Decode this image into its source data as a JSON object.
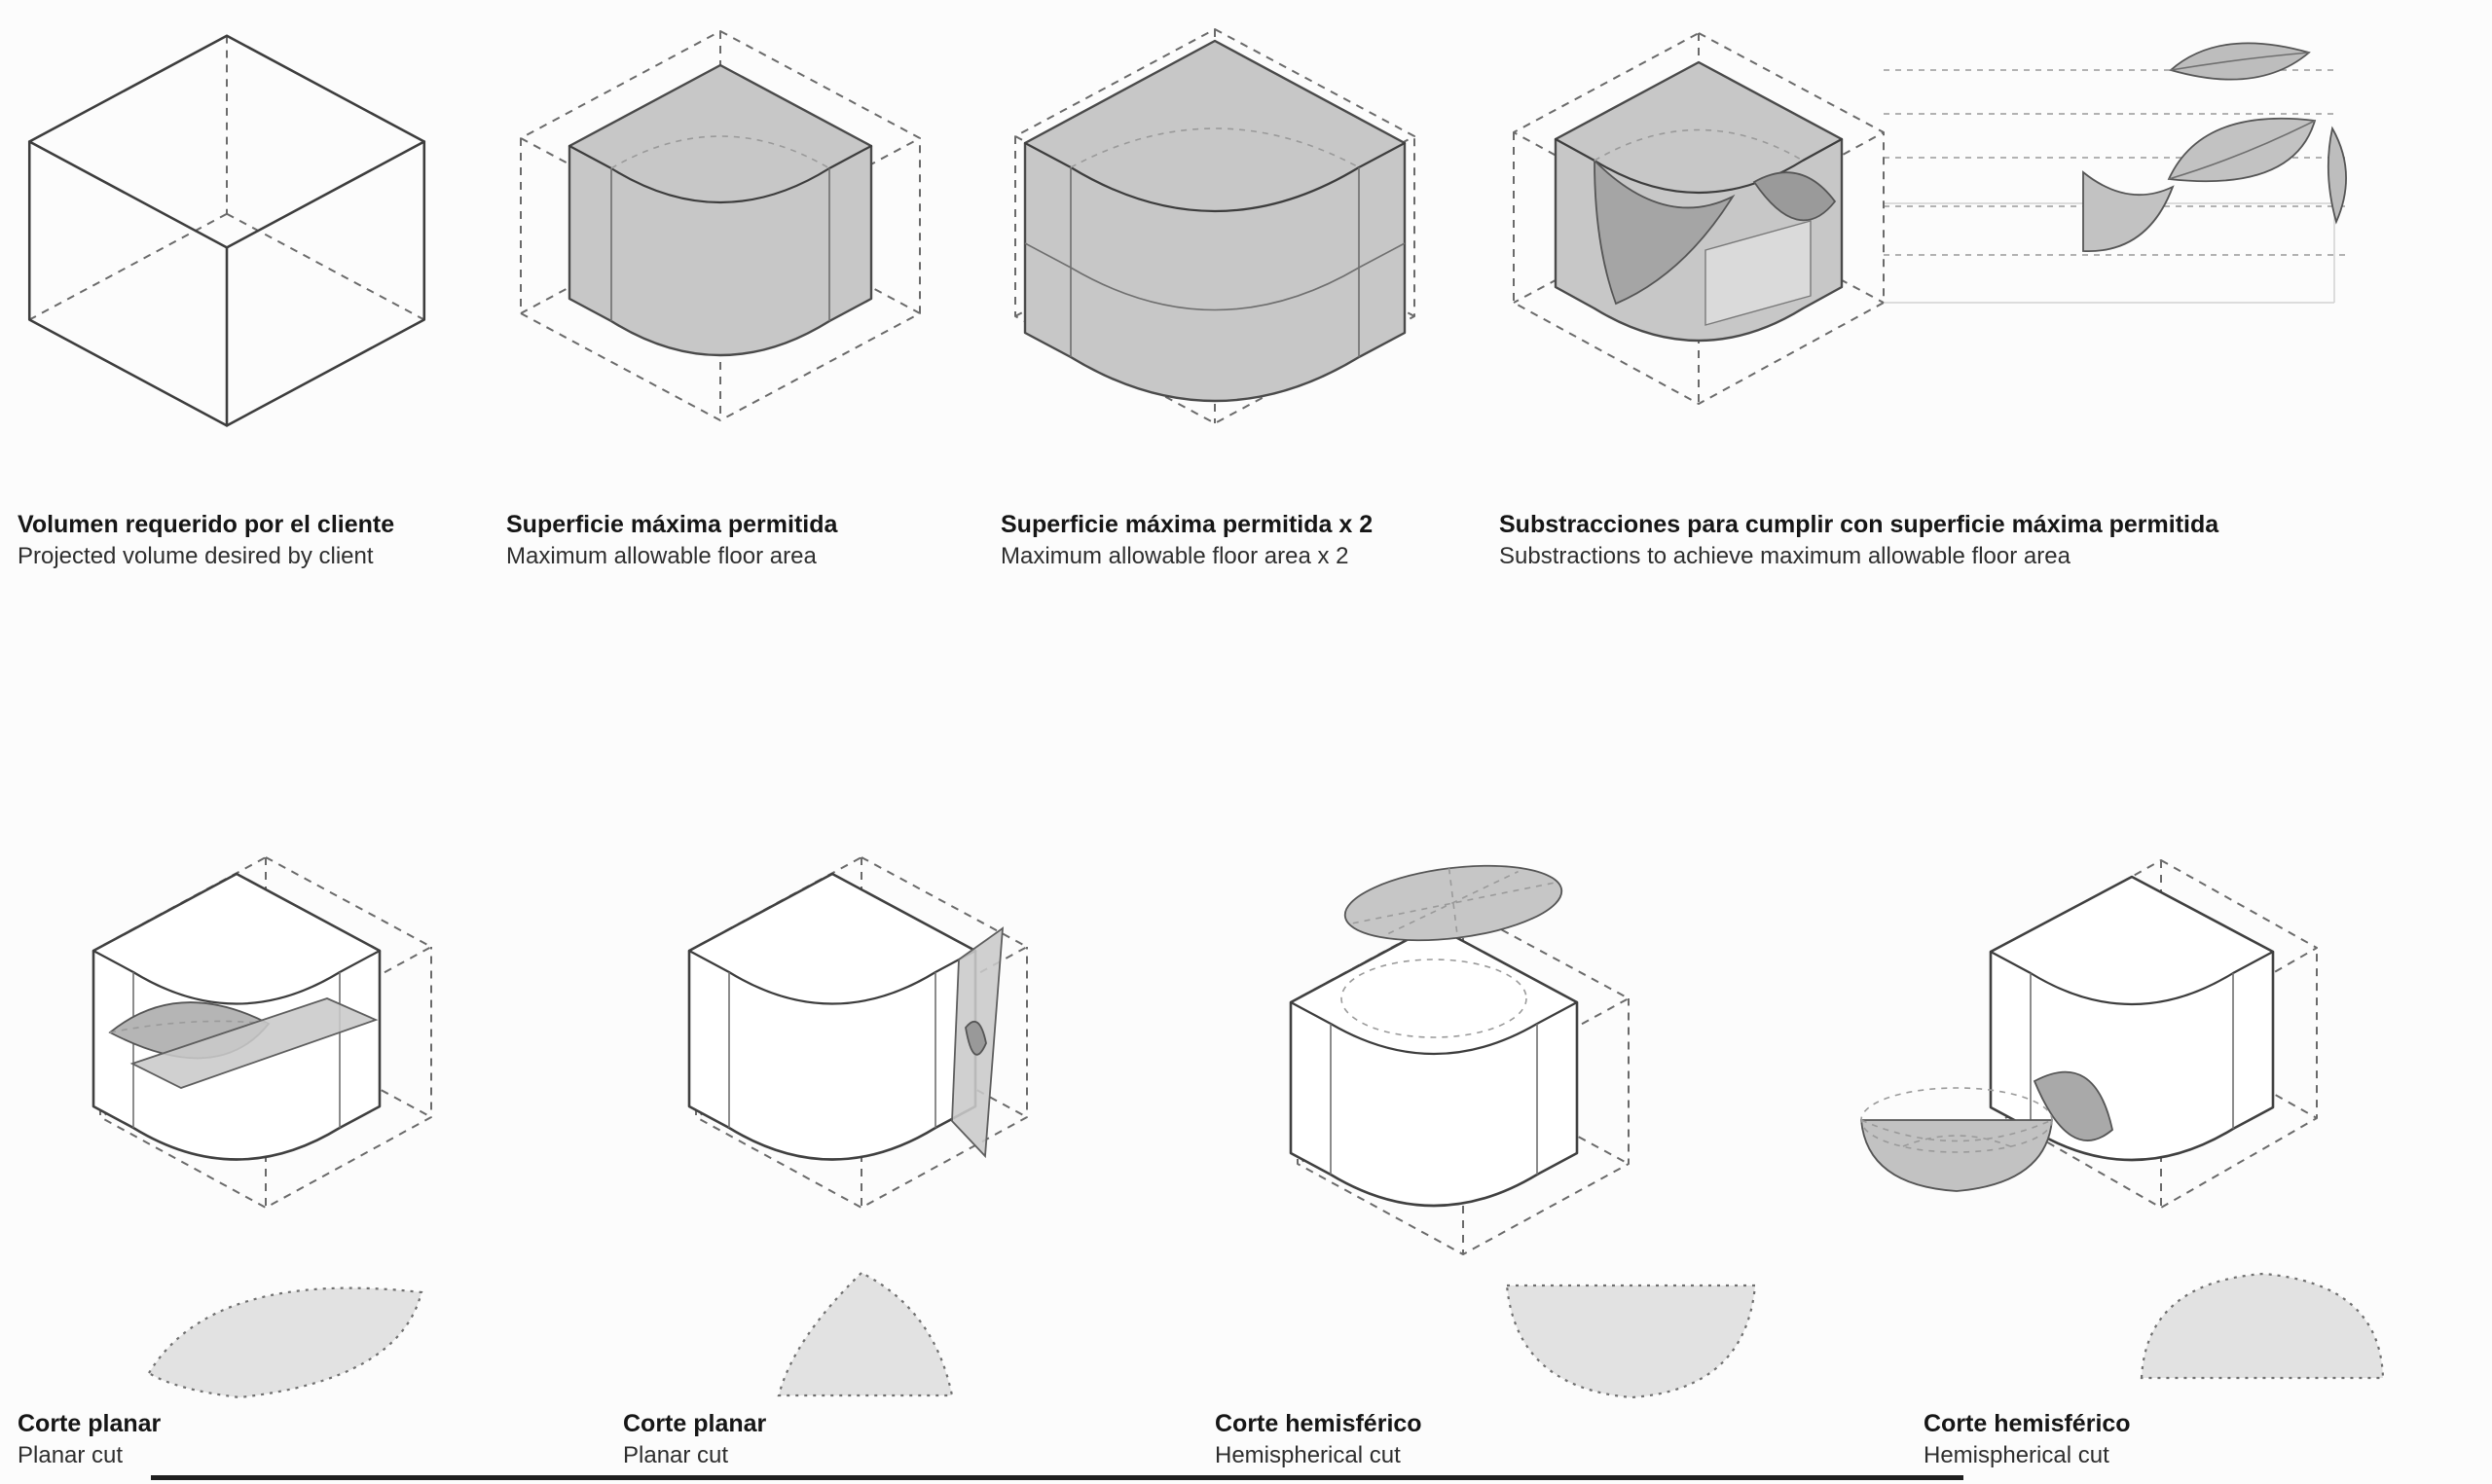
{
  "page": {
    "background": "#fcfcfc",
    "kind": "architectural volume diagram sheet"
  },
  "colors": {
    "line": "#3d3d3d",
    "dashed_line": "#6a6a6a",
    "solid_gray_fill": "#c7c7c7",
    "dark_gray_fill": "#a5a5a5",
    "footprint_fill": "#e2e2e2",
    "text": "#161616"
  },
  "panels": [
    {
      "id": "required-volume",
      "title": "Volumen requerido por el cliente",
      "subtitle": "Projected volume desired by client"
    },
    {
      "id": "max-surface",
      "title": "Superficie máxima permitida",
      "subtitle": "Maximum allowable floor area"
    },
    {
      "id": "max-surface-x2",
      "title": "Superficie máxima permitida x 2",
      "subtitle": "Maximum allowable floor area x 2"
    },
    {
      "id": "subtractions",
      "title": "Substracciones para cumplir con superficie máxima permitida",
      "subtitle": "Substractions to achieve maximum allowable floor area"
    },
    {
      "id": "planar-cut-1",
      "title": "Corte planar",
      "subtitle": "Planar cut"
    },
    {
      "id": "planar-cut-2",
      "title": "Corte planar",
      "subtitle": "Planar cut"
    },
    {
      "id": "hemispherical-cut-1",
      "title": "Corte hemisférico",
      "subtitle": "Hemispherical cut"
    },
    {
      "id": "hemispherical-cut-2",
      "title": "Corte hemisférico",
      "subtitle": "Hemispherical cut"
    }
  ]
}
